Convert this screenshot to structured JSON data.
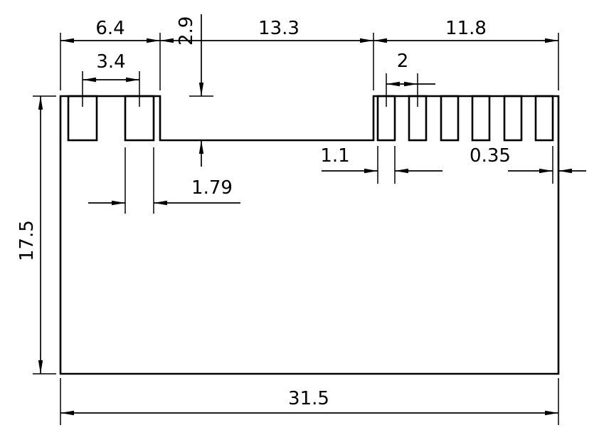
{
  "drawing": {
    "dims": {
      "width_top_left": "6.4",
      "step_depth": "2.9",
      "notch_width": "13.3",
      "width_top_right": "11.8",
      "left_slot_pitch": "3.4",
      "right_slot_pitch": "2",
      "right_slot_width": "1.1",
      "right_edge_gap": "0.35",
      "left_slot_width": "1.79",
      "overall_height": "17.5",
      "overall_width": "31.5"
    },
    "colors": {
      "line": "#000000",
      "background": "#ffffff"
    }
  }
}
